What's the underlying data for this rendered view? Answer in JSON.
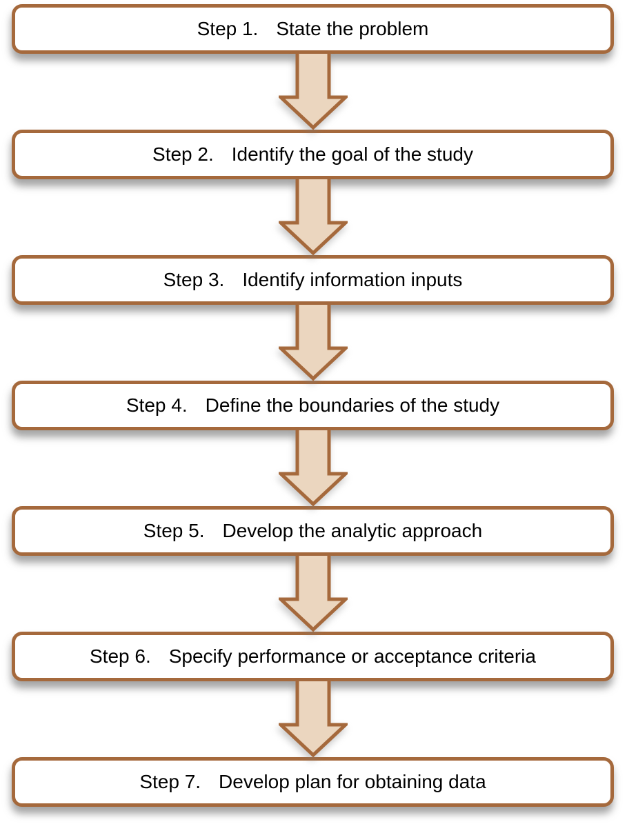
{
  "diagram": {
    "kind": "flowchart",
    "direction": "top-down",
    "connector": "down-arrow",
    "steps": [
      {
        "label": "Step 1.",
        "text": "State the problem"
      },
      {
        "label": "Step 2.",
        "text": "Identify the goal of the study"
      },
      {
        "label": "Step 3.",
        "text": "Identify information inputs"
      },
      {
        "label": "Step 4.",
        "text": "Define the boundaries of the study"
      },
      {
        "label": "Step 5.",
        "text": "Develop the analytic approach"
      },
      {
        "label": "Step 6.",
        "text": "Specify performance or acceptance criteria"
      },
      {
        "label": "Step 7.",
        "text": "Develop plan for obtaining data"
      }
    ],
    "colors": {
      "box_border": "#A5693C",
      "box_fill": "#FFFFFF",
      "arrow_fill": "#EBD6BF",
      "arrow_border": "#A5693C",
      "text": "#000000",
      "shadow_gray": "#696969"
    }
  }
}
